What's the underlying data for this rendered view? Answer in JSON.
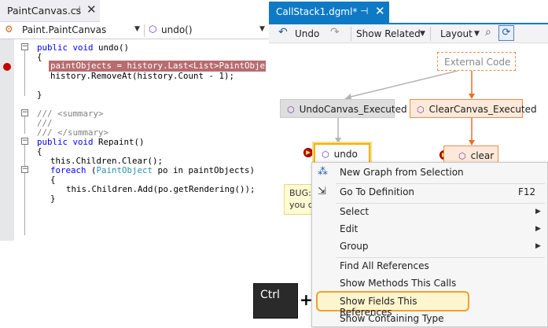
{
  "editor": {
    "tab_title": "PaintCanvas.cs",
    "tab_pin": "⊣",
    "tab_close": "✕",
    "nav_left": "Paint.PaintCanvas",
    "nav_right": "undo()",
    "code": {
      "l1": "public void undo()",
      "l2": "{",
      "l3": "paintObjects = history.Last<List>PaintObject>>();",
      "l4": "history.RemoveAt(history.Count - 1);",
      "l5": "}",
      "l6": "/// <summary>",
      "l7": "///",
      "l8": "/// </summary>",
      "l9": "public void Repaint()",
      "l10": "{",
      "l11": "this.Children.Clear();",
      "l12a": "foreach (",
      "l12b": "PaintObject",
      "l12c": " po in paintObjects)",
      "l13": "{",
      "l14": "this.Children.Add(po.getRendering());",
      "l15": "}"
    }
  },
  "graph": {
    "tab_title": "CallStack1.dgml*",
    "tab_pin": "⊣",
    "tab_close": "✕",
    "toolbar": {
      "undo_label": "Undo",
      "show_related_label": "Show Related",
      "layout_label": "Layout"
    },
    "nodes": {
      "external": "External Code",
      "undo_exec": "UndoCanvas_Executed",
      "clear_exec": "ClearCanvas_Executed",
      "undo": "undo",
      "clear": "clear"
    },
    "bug_note": {
      "line1": "BUG:",
      "line2": "you d"
    }
  },
  "context_menu": {
    "items": [
      {
        "label": "New Graph from Selection",
        "shortcut": "",
        "submenu": false
      },
      {
        "label": "Go To Definition",
        "shortcut": "F12",
        "submenu": false
      },
      {
        "label": "Select",
        "shortcut": "",
        "submenu": true
      },
      {
        "label": "Edit",
        "shortcut": "",
        "submenu": true
      },
      {
        "label": "Group",
        "shortcut": "",
        "submenu": true
      },
      {
        "label": "Find All References",
        "shortcut": "",
        "submenu": false
      },
      {
        "label": "Show Methods This Calls",
        "shortcut": "",
        "submenu": false
      },
      {
        "label": "Show Fields This References",
        "shortcut": "",
        "submenu": false
      },
      {
        "label": "Show Containing Type",
        "shortcut": "",
        "submenu": false
      }
    ],
    "highlighted_item": "Show Fields This References"
  },
  "key_hint": {
    "key": "Ctrl",
    "plus": "+"
  },
  "colors": {
    "accent_blue": "#0e7ac6",
    "breakpoint_red": "#c50000",
    "highlight_orange": "#f0a030",
    "node_orange": "#f08b4a"
  }
}
